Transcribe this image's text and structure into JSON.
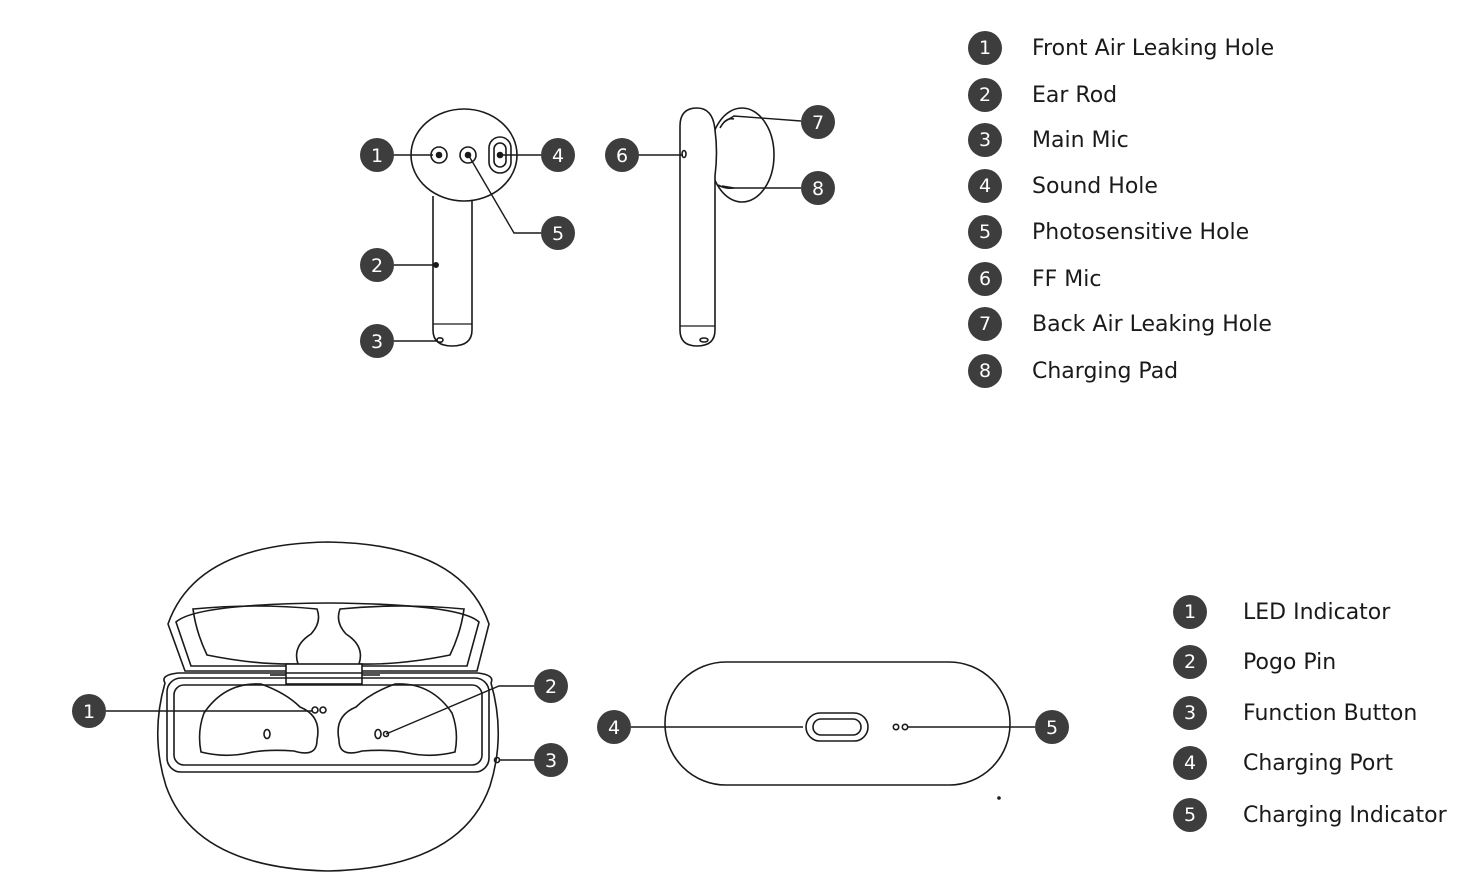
{
  "earbud_legend": [
    {
      "num": "1",
      "label": "Front Air Leaking Hole"
    },
    {
      "num": "2",
      "label": "Ear Rod"
    },
    {
      "num": "3",
      "label": "Main Mic"
    },
    {
      "num": "4",
      "label": "Sound Hole"
    },
    {
      "num": "5",
      "label": "Photosensitive Hole"
    },
    {
      "num": "6",
      "label": "FF Mic"
    },
    {
      "num": "7",
      "label": "Back Air Leaking Hole"
    },
    {
      "num": "8",
      "label": "Charging Pad"
    }
  ],
  "case_legend": [
    {
      "num": "1",
      "label": "LED Indicator"
    },
    {
      "num": "2",
      "label": "Pogo Pin"
    },
    {
      "num": "3",
      "label": "Function Button"
    },
    {
      "num": "4",
      "label": "Charging Port"
    },
    {
      "num": "5",
      "label": "Charging Indicator"
    }
  ],
  "earbud_callouts": [
    "1",
    "2",
    "3",
    "4",
    "5",
    "6",
    "7",
    "8"
  ],
  "case_callouts": [
    "1",
    "2",
    "3",
    "4",
    "5"
  ],
  "colors": {
    "badge": "#3d3d3d",
    "line": "#1a1a1a",
    "badge_text": "#ffffff"
  }
}
